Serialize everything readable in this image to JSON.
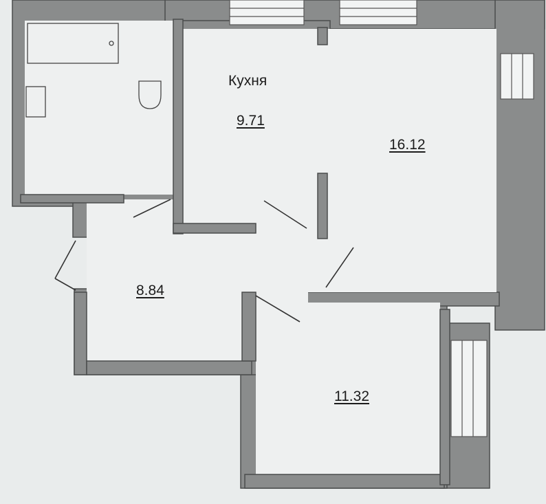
{
  "rooms": [
    {
      "id": "kitchen",
      "name": "Кухня",
      "area": "9.71"
    },
    {
      "id": "living",
      "name": "",
      "area": "16.12"
    },
    {
      "id": "hall",
      "name": "",
      "area": "8.84"
    },
    {
      "id": "bedroom",
      "name": "",
      "area": "11.32"
    }
  ],
  "colors": {
    "wall": "#8a8c8c",
    "floor": "#eef0f0",
    "background": "#e9ecec"
  }
}
